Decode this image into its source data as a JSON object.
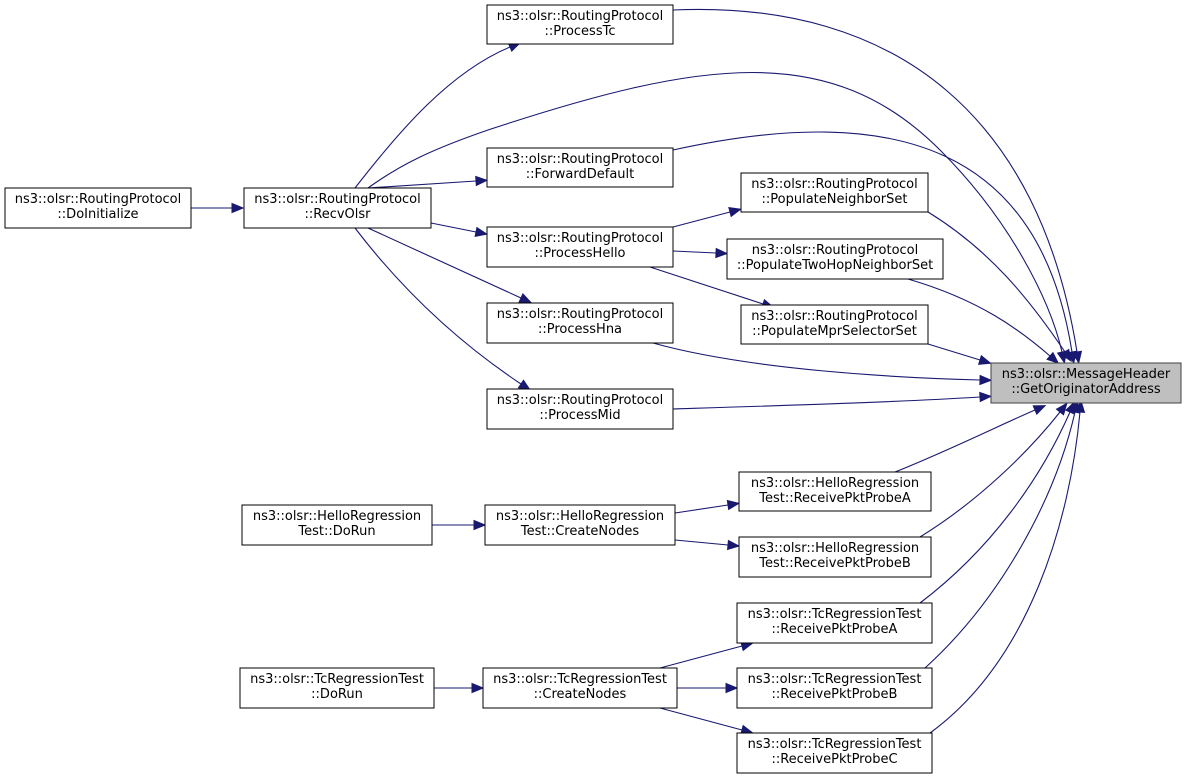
{
  "graph": {
    "type": "call-graph",
    "colors": {
      "edge": "#191970",
      "focus_fill": "#bfbfbf",
      "node_fill": "#ffffff",
      "node_border": "#000000"
    },
    "nodes": [
      {
        "id": "get_originator",
        "focus": true,
        "lines": [
          "ns3::olsr::MessageHeader",
          "::GetOriginatorAddress"
        ]
      },
      {
        "id": "process_tc",
        "lines": [
          "ns3::olsr::RoutingProtocol",
          "::ProcessTc"
        ]
      },
      {
        "id": "do_initialize",
        "lines": [
          "ns3::olsr::RoutingProtocol",
          "::DoInitialize"
        ]
      },
      {
        "id": "recv_olsr",
        "lines": [
          "ns3::olsr::RoutingProtocol",
          "::RecvOlsr"
        ]
      },
      {
        "id": "forward_default",
        "lines": [
          "ns3::olsr::RoutingProtocol",
          "::ForwardDefault"
        ]
      },
      {
        "id": "process_hello",
        "lines": [
          "ns3::olsr::RoutingProtocol",
          "::ProcessHello"
        ]
      },
      {
        "id": "process_hna",
        "lines": [
          "ns3::olsr::RoutingProtocol",
          "::ProcessHna"
        ]
      },
      {
        "id": "process_mid",
        "lines": [
          "ns3::olsr::RoutingProtocol",
          "::ProcessMid"
        ]
      },
      {
        "id": "populate_neighbor",
        "lines": [
          "ns3::olsr::RoutingProtocol",
          "::PopulateNeighborSet"
        ]
      },
      {
        "id": "populate_two_hop",
        "lines": [
          "ns3::olsr::RoutingProtocol",
          "::PopulateTwoHopNeighborSet"
        ]
      },
      {
        "id": "populate_mpr",
        "lines": [
          "ns3::olsr::RoutingProtocol",
          "::PopulateMprSelectorSet"
        ]
      },
      {
        "id": "hello_do_run",
        "lines": [
          "ns3::olsr::HelloRegression",
          "Test::DoRun"
        ]
      },
      {
        "id": "hello_create_nodes",
        "lines": [
          "ns3::olsr::HelloRegression",
          "Test::CreateNodes"
        ]
      },
      {
        "id": "hello_probe_a",
        "lines": [
          "ns3::olsr::HelloRegression",
          "Test::ReceivePktProbeA"
        ]
      },
      {
        "id": "hello_probe_b",
        "lines": [
          "ns3::olsr::HelloRegression",
          "Test::ReceivePktProbeB"
        ]
      },
      {
        "id": "tc_do_run",
        "lines": [
          "ns3::olsr::TcRegressionTest",
          "::DoRun"
        ]
      },
      {
        "id": "tc_create_nodes",
        "lines": [
          "ns3::olsr::TcRegressionTest",
          "::CreateNodes"
        ]
      },
      {
        "id": "tc_probe_a",
        "lines": [
          "ns3::olsr::TcRegressionTest",
          "::ReceivePktProbeA"
        ]
      },
      {
        "id": "tc_probe_b",
        "lines": [
          "ns3::olsr::TcRegressionTest",
          "::ReceivePktProbeB"
        ]
      },
      {
        "id": "tc_probe_c",
        "lines": [
          "ns3::olsr::TcRegressionTest",
          "::ReceivePktProbeC"
        ]
      }
    ],
    "edges": [
      {
        "from": "do_initialize",
        "to": "recv_olsr"
      },
      {
        "from": "recv_olsr",
        "to": "process_tc"
      },
      {
        "from": "recv_olsr",
        "to": "get_originator"
      },
      {
        "from": "recv_olsr",
        "to": "forward_default"
      },
      {
        "from": "recv_olsr",
        "to": "process_hello"
      },
      {
        "from": "recv_olsr",
        "to": "process_hna"
      },
      {
        "from": "recv_olsr",
        "to": "process_mid"
      },
      {
        "from": "process_tc",
        "to": "get_originator"
      },
      {
        "from": "forward_default",
        "to": "get_originator"
      },
      {
        "from": "process_hello",
        "to": "populate_neighbor"
      },
      {
        "from": "process_hello",
        "to": "populate_two_hop"
      },
      {
        "from": "process_hello",
        "to": "populate_mpr"
      },
      {
        "from": "populate_neighbor",
        "to": "get_originator"
      },
      {
        "from": "populate_two_hop",
        "to": "get_originator"
      },
      {
        "from": "populate_mpr",
        "to": "get_originator"
      },
      {
        "from": "process_hna",
        "to": "get_originator"
      },
      {
        "from": "process_mid",
        "to": "get_originator"
      },
      {
        "from": "hello_do_run",
        "to": "hello_create_nodes"
      },
      {
        "from": "hello_create_nodes",
        "to": "hello_probe_a"
      },
      {
        "from": "hello_create_nodes",
        "to": "hello_probe_b"
      },
      {
        "from": "hello_probe_a",
        "to": "get_originator"
      },
      {
        "from": "hello_probe_b",
        "to": "get_originator"
      },
      {
        "from": "tc_do_run",
        "to": "tc_create_nodes"
      },
      {
        "from": "tc_create_nodes",
        "to": "tc_probe_a"
      },
      {
        "from": "tc_create_nodes",
        "to": "tc_probe_b"
      },
      {
        "from": "tc_create_nodes",
        "to": "tc_probe_c"
      },
      {
        "from": "tc_probe_a",
        "to": "get_originator"
      },
      {
        "from": "tc_probe_b",
        "to": "get_originator"
      },
      {
        "from": "tc_probe_c",
        "to": "get_originator"
      }
    ]
  }
}
